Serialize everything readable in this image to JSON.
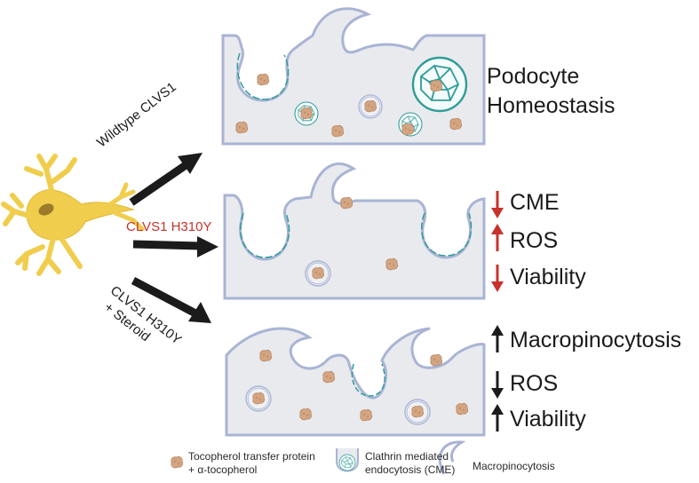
{
  "arrows": {
    "wildtype": "Wildtype CLVS1",
    "mutant": "CLVS1 H310Y",
    "steroid_line1": "CLVS1 H310Y",
    "steroid_line2": "+ Steroid"
  },
  "panels": {
    "top": {
      "line1": "Podocyte",
      "line2": "Homeostasis"
    },
    "middle": [
      {
        "direction": "down",
        "text": "CME"
      },
      {
        "direction": "up",
        "text": "ROS"
      },
      {
        "direction": "down",
        "text": "Viability"
      }
    ],
    "bottom": [
      {
        "direction": "up",
        "text": "Macropinocytosis"
      },
      {
        "direction": "down",
        "text": "ROS"
      },
      {
        "direction": "up",
        "text": "Viability"
      }
    ]
  },
  "legend": {
    "protein_line1": "Tocopherol transfer protein",
    "protein_line2": "+ α-tocopherol",
    "cme_line1": "Clathrin mediated",
    "cme_line2": "endocytosis (CME)",
    "macro": "Macropinocytosis"
  },
  "colors": {
    "membrane": "#a9b4d4",
    "cytoplasm": "#e8eaee",
    "clathrin": "#2f9c97",
    "protein": "#d4a582",
    "cell": "#f0cd4c",
    "red_arrow": "#c8322b",
    "black_arrow": "#1b1b1b",
    "mutant_text": "#c8322b"
  }
}
